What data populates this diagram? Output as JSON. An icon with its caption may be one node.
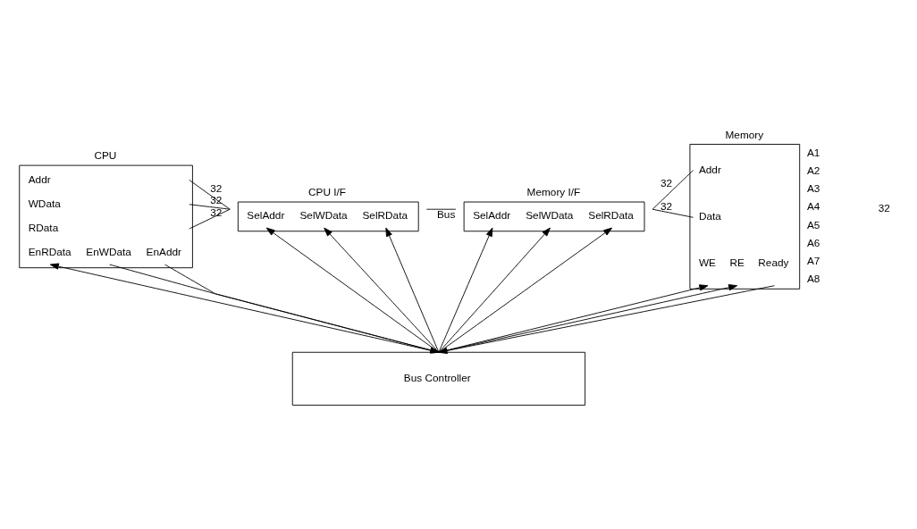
{
  "diagram": {
    "nodes": [
      {
        "text": [
          "CPU",
          "Addr",
          "WData",
          "RData",
          "EnRData",
          "EnWData",
          "EnAddr"
        ]
      },
      {
        "text": [
          "CPU I/F",
          "SelAddr",
          "SelWData",
          "SelRData"
        ]
      },
      {
        "text": [
          "Memory I/F",
          "SelAddr",
          "SelWData",
          "SelRData"
        ]
      },
      {
        "text": [
          "Memory",
          "Addr",
          "Data",
          "WE",
          "RE",
          "Ready"
        ],
        "beside": [
          "A1",
          "A2",
          "A3",
          "A4",
          "A5",
          "A6",
          "A7",
          "A8"
        ]
      },
      {
        "text": [
          "Bus Controller"
        ]
      }
    ],
    "edges": [
      {
        "from": 0,
        "to": 1,
        "arrow": "none",
        "label": "32"
      },
      {
        "from": 0,
        "to": 1,
        "arrow": "none",
        "label": "32"
      },
      {
        "from": 0,
        "to": 1,
        "arrow": "none",
        "label": "32"
      },
      {
        "from": 1,
        "to": 2,
        "arrow": "none",
        "label": "Bus"
      },
      {
        "from": 2,
        "to": 3,
        "arrow": "none",
        "label": "32"
      },
      {
        "from": 2,
        "to": 3,
        "arrow": "none",
        "label": "32"
      },
      {
        "from": 0,
        "to": 4,
        "arrow": "to"
      },
      {
        "from": 0,
        "to": 4,
        "arrow": "to"
      },
      {
        "from": 4,
        "to": 0,
        "arrow": "to"
      },
      {
        "from": 4,
        "to": 1,
        "arrow": "to"
      },
      {
        "from": 4,
        "to": 2,
        "arrow": "to"
      },
      {
        "from": 4,
        "to": 1,
        "arrow": "to"
      },
      {
        "from": 4,
        "to": 2,
        "arrow": "to"
      },
      {
        "from": 4,
        "to": 1,
        "arrow": "to"
      },
      {
        "from": 4,
        "to": 2,
        "arrow": "to"
      },
      {
        "from": 4,
        "to": 3,
        "arrow": "to"
      },
      {
        "from": 4,
        "to": 3,
        "arrow": "to"
      },
      {
        "from": 3,
        "to": 4,
        "arrow": "to"
      }
    ],
    "labels": [
      "32"
    ]
  }
}
